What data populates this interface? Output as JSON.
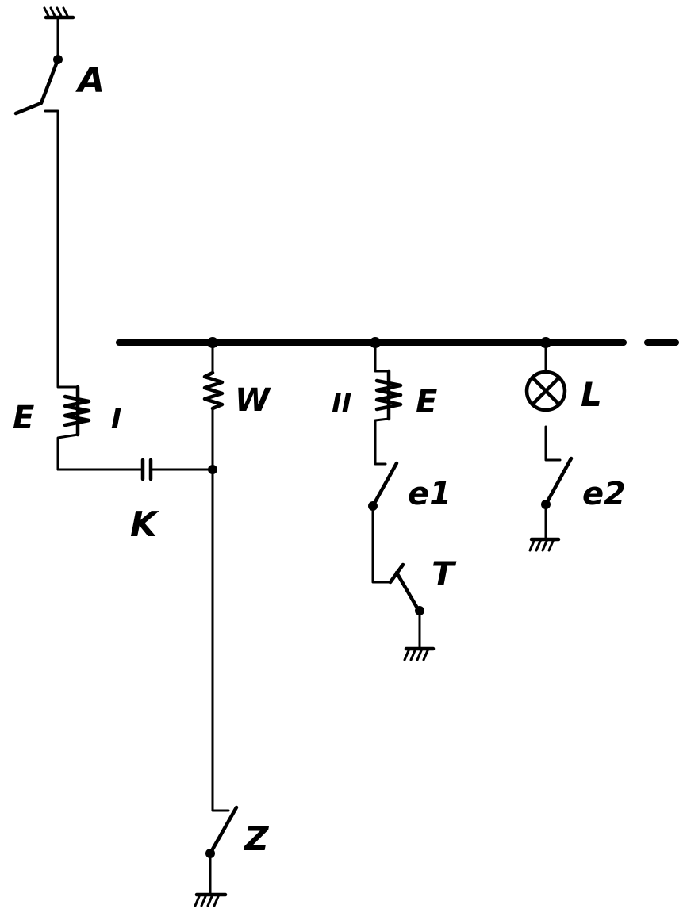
{
  "labels": {
    "A": "A",
    "E1": "E",
    "I": "I",
    "K": "K",
    "W": "W",
    "II": "II",
    "E2": "E",
    "L": "L",
    "e1": "e1",
    "e2": "e2",
    "T": "T",
    "Z": "Z"
  },
  "colors": {
    "line": "#000000",
    "background": "#ffffff"
  },
  "icons": {
    "ground": "ground-icon",
    "lamp": "lamp-icon",
    "coil": "coil-icon",
    "capacitor": "capacitor-icon",
    "switch": "switch-icon"
  }
}
